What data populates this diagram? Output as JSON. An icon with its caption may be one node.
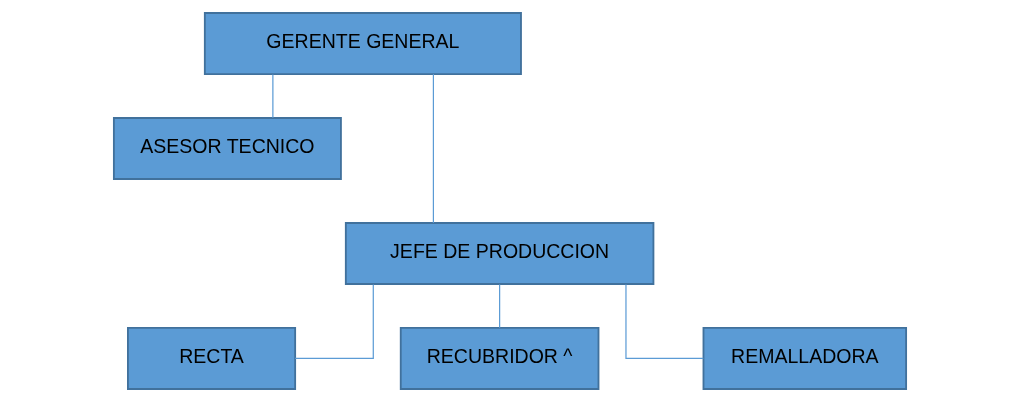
{
  "diagram": {
    "nodes": [
      {
        "text": [
          "GERENTE GENERAL"
        ]
      },
      {
        "text": [
          "ASESOR TECNICO"
        ]
      },
      {
        "text": [
          "JEFE DE PRODUCCION"
        ]
      },
      {
        "text": [
          "RECTA"
        ]
      },
      {
        "text": [
          "RECUBRIDOR ^"
        ]
      },
      {
        "text": [
          "REMALLADORA"
        ]
      }
    ],
    "edges": [
      {
        "from": 0,
        "to": 2,
        "arrow": "none"
      },
      {
        "from": 0,
        "to": 1,
        "arrow": "none"
      },
      {
        "from": 2,
        "to": 3,
        "arrow": "none"
      },
      {
        "from": 2,
        "to": 4,
        "arrow": "none"
      },
      {
        "from": 2,
        "to": 5,
        "arrow": "none"
      }
    ]
  }
}
